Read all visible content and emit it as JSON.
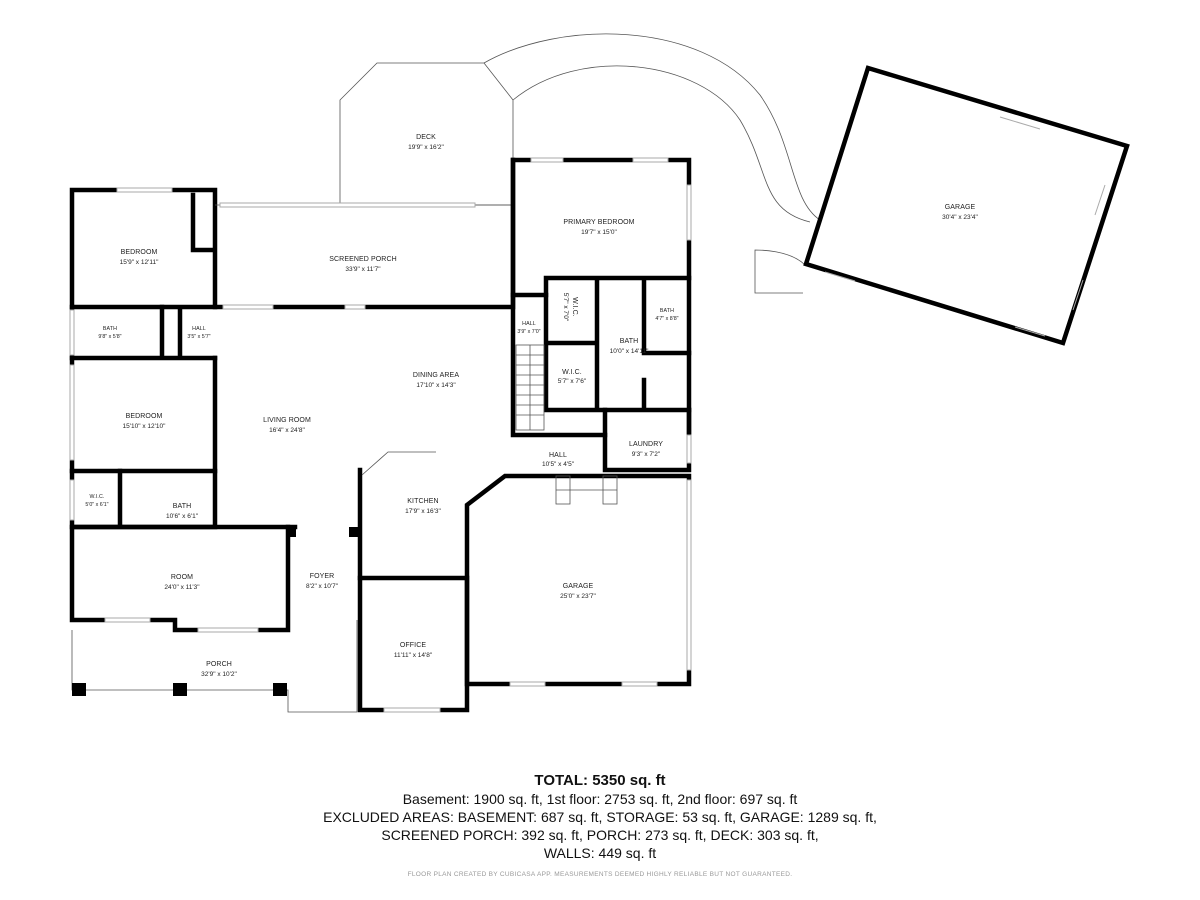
{
  "rooms": {
    "deck": {
      "name": "DECK",
      "dims": "19'9\" x 16'2\""
    },
    "primary_bedroom": {
      "name": "PRIMARY BEDROOM",
      "dims": "19'7\" x 15'0\""
    },
    "garage_detached": {
      "name": "GARAGE",
      "dims": "30'4\" x 23'4\""
    },
    "bedroom_1": {
      "name": "BEDROOM",
      "dims": "15'9\" x 12'11\""
    },
    "screened_porch": {
      "name": "SCREENED PORCH",
      "dims": "33'9\" x 11'7\""
    },
    "bath_small": {
      "name": "BATH",
      "dims": "9'8\" x 5'8\""
    },
    "hall_small": {
      "name": "HALL",
      "dims": "3'5\" x 5'7\""
    },
    "hall_upper": {
      "name": "HALL",
      "dims": "3'9\" x 7'0\""
    },
    "wic_vertical": {
      "name": "W.I.C.",
      "dims": "5'7\" x 7'0\""
    },
    "bath_primary": {
      "name": "BATH",
      "dims": "10'0\" x 14'11\""
    },
    "bath_right": {
      "name": "BATH",
      "dims": "4'7\" x 8'8\""
    },
    "dining_area": {
      "name": "DINING AREA",
      "dims": "17'10\" x 14'3\""
    },
    "wic_mid": {
      "name": "W.I.C.",
      "dims": "5'7\" x 7'6\""
    },
    "bedroom_2": {
      "name": "BEDROOM",
      "dims": "15'10\" x 12'10\""
    },
    "living_room": {
      "name": "LIVING ROOM",
      "dims": "16'4\" x 24'8\""
    },
    "laundry": {
      "name": "LAUNDRY",
      "dims": "9'3\" x 7'2\""
    },
    "hall_mid": {
      "name": "HALL",
      "dims": "10'5\" x 4'5\""
    },
    "wic_left": {
      "name": "W.I.C.",
      "dims": "5'0\" x 6'1\""
    },
    "bath_left": {
      "name": "BATH",
      "dims": "10'6\" x 6'1\""
    },
    "kitchen": {
      "name": "KITCHEN",
      "dims": "17'9\" x 16'3\""
    },
    "room": {
      "name": "ROOM",
      "dims": "24'0\" x 11'3\""
    },
    "foyer": {
      "name": "FOYER",
      "dims": "8'2\" x 10'7\""
    },
    "garage_attached": {
      "name": "GARAGE",
      "dims": "25'0\" x 23'7\""
    },
    "office": {
      "name": "OFFICE",
      "dims": "11'11\" x 14'8\""
    },
    "porch": {
      "name": "PORCH",
      "dims": "32'9\" x 10'2\""
    }
  },
  "summary": {
    "total": "TOTAL: 5350 sq. ft",
    "line1": "Basement: 1900 sq. ft, 1st floor: 2753 sq. ft, 2nd floor: 697 sq. ft",
    "line2": "EXCLUDED AREAS: BASEMENT: 687 sq. ft, STORAGE: 53 sq. ft, GARAGE: 1289 sq. ft,",
    "line3": "SCREENED PORCH: 392 sq. ft, PORCH: 273 sq. ft, DECK: 303 sq. ft,",
    "line4": "WALLS: 449 sq. ft"
  },
  "footer": "FLOOR PLAN CREATED BY CUBICASA APP. MEASUREMENTS DEEMED HIGHLY RELIABLE BUT NOT GUARANTEED."
}
